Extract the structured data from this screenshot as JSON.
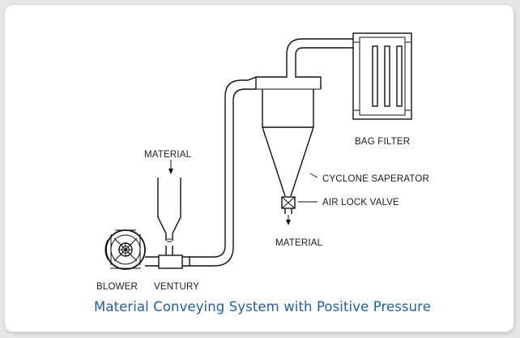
{
  "labels": {
    "material_in": "MATERIAL",
    "bag_filter": "BAG FILTER",
    "cyclone": "CYCLONE SAPERATOR",
    "air_lock": "AIR LOCK VALVE",
    "material_out": "MATERIAL",
    "blower": "BLOWER",
    "ventury": "VENTURY"
  },
  "caption": "Material Conveying System with Positive Pressure",
  "colors": {
    "caption": "#1f5fa6",
    "line": "#111111",
    "background": "#ffffff"
  }
}
